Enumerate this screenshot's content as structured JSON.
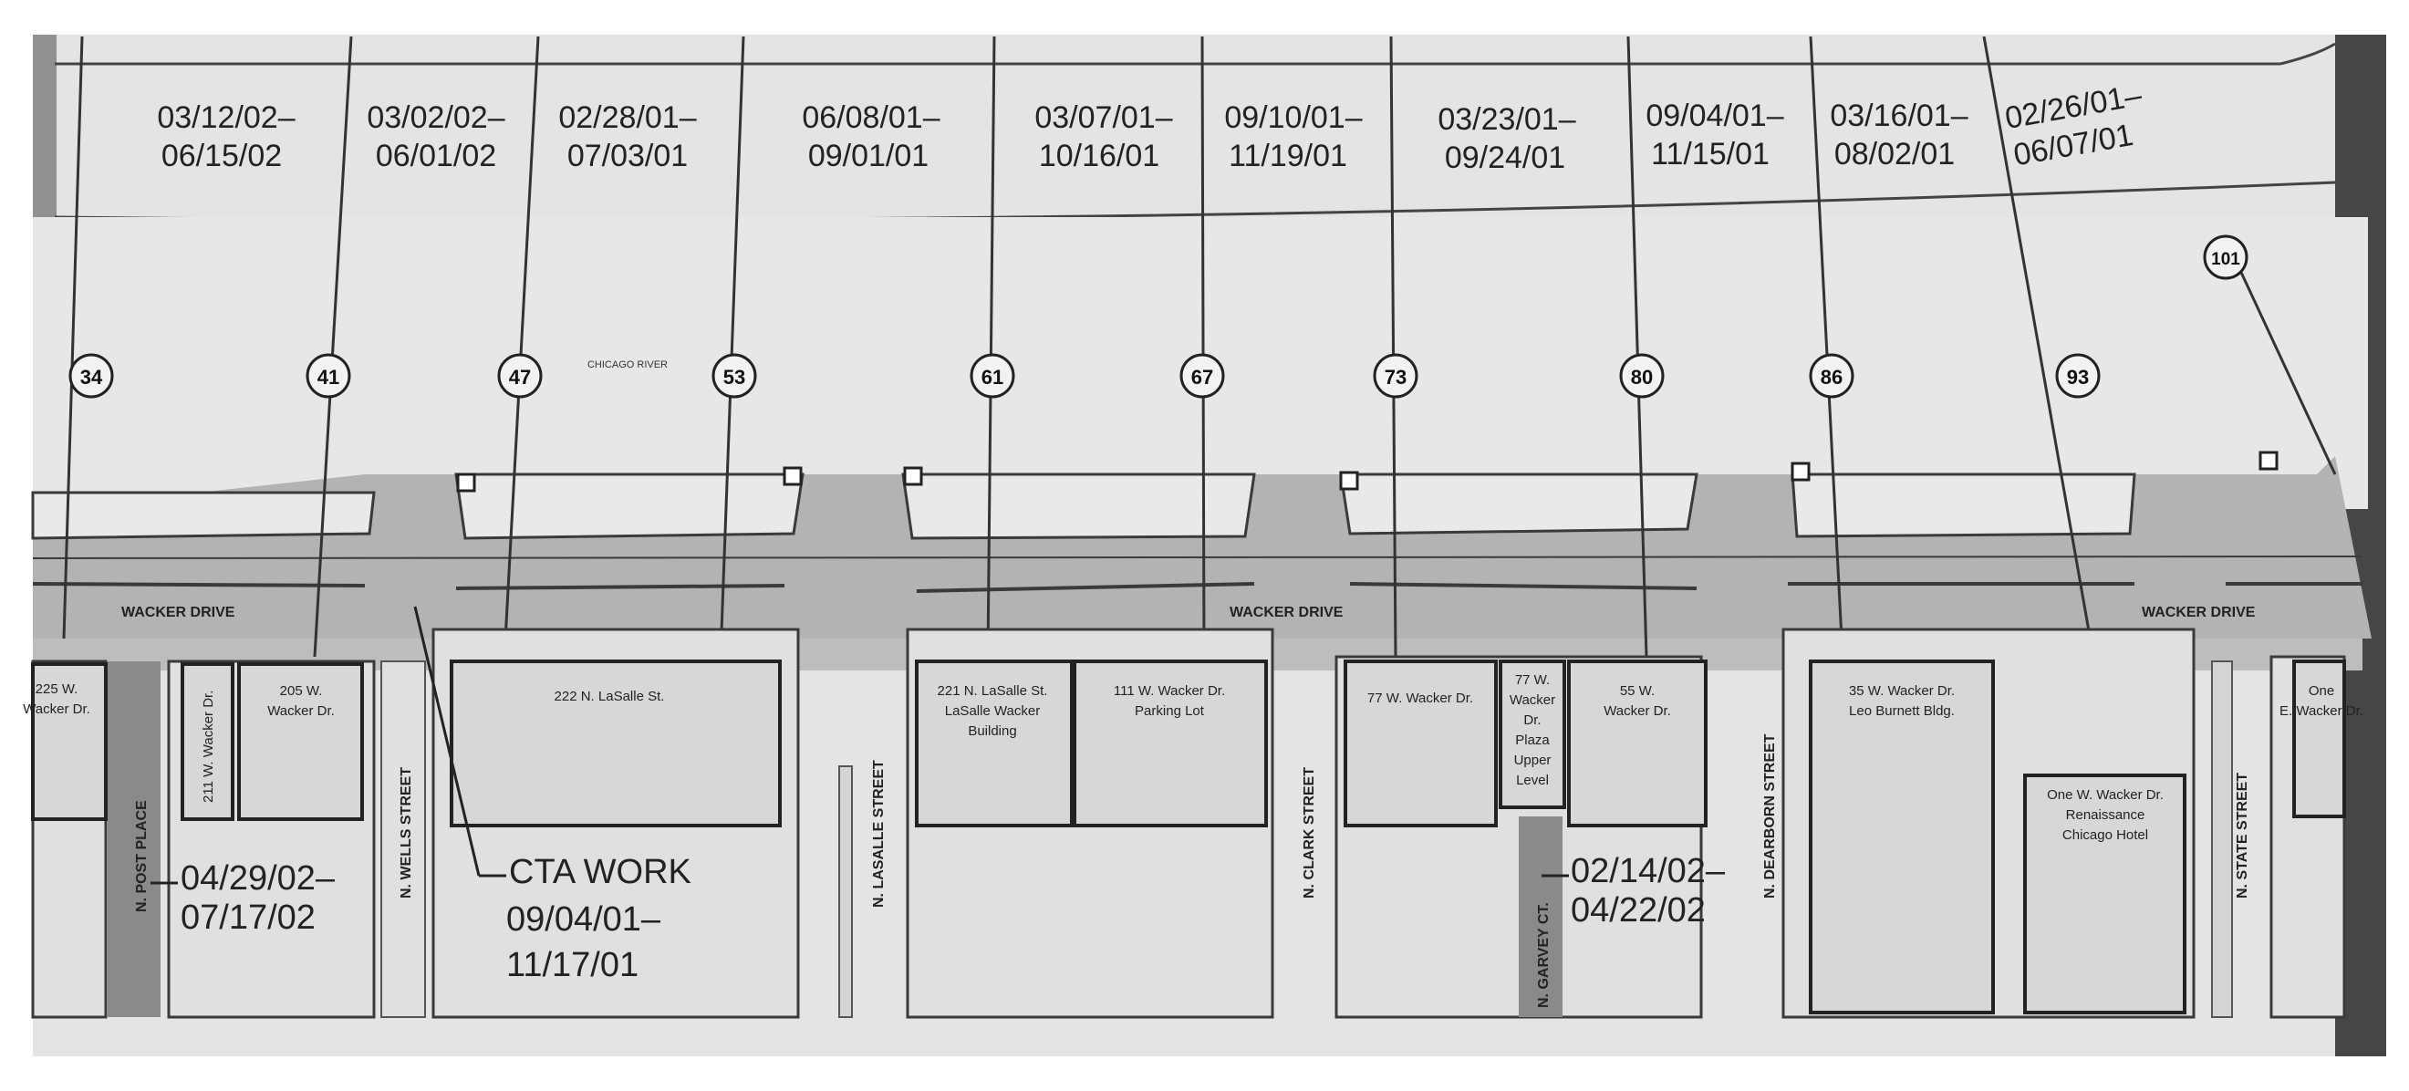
{
  "schedule": {
    "date_ranges": [
      {
        "start": "03/12/02–",
        "end": "06/15/02"
      },
      {
        "start": "03/02/02–",
        "end": "06/01/02"
      },
      {
        "start": "02/28/01–",
        "end": "07/03/01"
      },
      {
        "start": "06/08/01–",
        "end": "09/01/01"
      },
      {
        "start": "03/07/01–",
        "end": "10/16/01"
      },
      {
        "start": "09/10/01–",
        "end": "11/19/01"
      },
      {
        "start": "03/23/01–",
        "end": "09/24/01"
      },
      {
        "start": "09/04/01–",
        "end": "11/15/01"
      },
      {
        "start": "03/16/01–",
        "end": "08/02/01"
      },
      {
        "start": "02/26/01–",
        "end": "06/07/01"
      }
    ]
  },
  "markers": [
    "34",
    "41",
    "47",
    "53",
    "61",
    "67",
    "73",
    "80",
    "86",
    "93",
    "101"
  ],
  "river_label": "CHICAGO RIVER",
  "roads": {
    "wacker_west": "WACKER DRIVE",
    "wacker_mid": "WACKER DRIVE",
    "wacker_east": "WACKER DRIVE",
    "post_place": "N. POST PLACE",
    "wells": "N. WELLS STREET",
    "lasalle": "N. LASALLE STREET",
    "clark": "N. CLARK STREET",
    "garvey": "N. GARVEY CT.",
    "dearborn": "N. DEARBORN STREET",
    "state": "N. STATE STREET"
  },
  "buildings": {
    "b225": [
      "225 W.",
      "Wacker Dr."
    ],
    "b211": "211 W. Wacker Dr.",
    "b205": [
      "205 W.",
      "Wacker Dr."
    ],
    "b222": "222 N. LaSalle St.",
    "b221": [
      "221 N. LaSalle St.",
      "LaSalle Wacker",
      "Building"
    ],
    "b111": [
      "111 W. Wacker Dr.",
      "Parking Lot"
    ],
    "b77": "77 W. Wacker Dr.",
    "b77plaza": [
      "77 W.",
      "Wacker",
      "Dr.",
      "Plaza",
      "Upper",
      "Level"
    ],
    "b55": [
      "55 W.",
      "Wacker Dr."
    ],
    "b35": [
      "35 W. Wacker Dr.",
      "Leo Burnett Bldg."
    ],
    "b1w": [
      "One W. Wacker Dr.",
      "Renaissance",
      "Chicago Hotel"
    ],
    "b1e": [
      "One",
      "E. Wacker Dr."
    ]
  },
  "callouts": {
    "post_place": {
      "start": "04/29/02–",
      "end": "07/17/02"
    },
    "cta": {
      "label": "CTA WORK",
      "start": "09/04/01–",
      "end": "11/17/01"
    },
    "garvey": {
      "start": "02/14/02–",
      "end": "04/22/02"
    }
  }
}
